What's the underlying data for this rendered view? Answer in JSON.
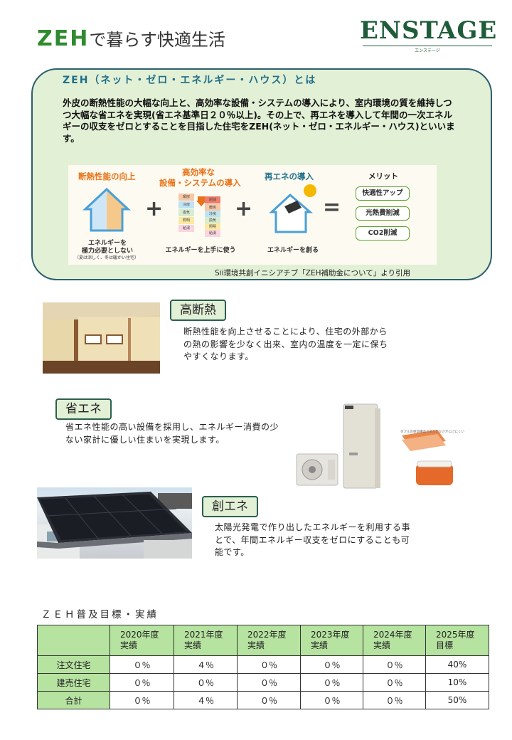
{
  "header": {
    "title_zeh": "ZEH",
    "title_rest": "で暮らす快適生活",
    "logo_text": "ENSTAGE",
    "logo_sub": "エンステージ"
  },
  "info": {
    "heading": "ZEH（ネット・ゼロ・エネルギー・ハウス）とは",
    "body": "外皮の断熱性能の大幅な向上と、高効率な設備・システムの導入により、室内環境の質を維持しつつ大幅な省エネを実現(省エネ基準日２０％以上)。その上で、再エネを導入して年間の一次エネルギーの収支をゼロとすることを目指した住宅をZEH(ネット・ゼロ・エネルギー・ハウス)といいます。",
    "diagram": {
      "insulation_title": "断熱性能の向上",
      "insulation_caption_1": "エネルギーを",
      "insulation_caption_2": "極力必要としない",
      "insulation_note": "（夏は涼しく、冬は暖かい住宅）",
      "efficiency_title_1": "高効率な",
      "efficiency_title_2": "設備・システムの導入",
      "efficiency_caption": "エネルギーを上手に使う",
      "blocks_left": [
        "暖房",
        "冷房",
        "換気",
        "照明",
        "給湯"
      ],
      "blocks_right": [
        "削減",
        "暖房",
        "冷房",
        "換気",
        "照明",
        "給湯"
      ],
      "renewable_title": "再エネの導入",
      "renewable_caption": "エネルギーを創る",
      "merit_title": "メリット",
      "merits": [
        "快適性アップ",
        "光熱費削減",
        "CO2削減"
      ]
    },
    "citation": "Sii環境共創イニシアチブ「ZEH補助金について」より引用"
  },
  "sections": {
    "insulation": {
      "label": "高断熱",
      "text": "断熱性能を向上させることにより、住宅の外部からの熱の影響を少なく出来、室内の温度を一定に保ちやすくなります。"
    },
    "saving": {
      "label": "省エネ",
      "text": "省エネ性能の高い設備を採用し、エネルギー消費の少ない家計に優しい住まいを実現します。"
    },
    "creation": {
      "label": "創エネ",
      "text": "太陽光発電で作り出したエネルギーを利用する事とで、年間エネルギー収支をゼロにすることも可能です。"
    },
    "equipment_caption": "ダブルの保温構造であたたかさがにげにくい"
  },
  "table": {
    "title": "ＺＥＨ普及目標・実績",
    "headers": [
      [
        "2020年度",
        "実績"
      ],
      [
        "2021年度",
        "実績"
      ],
      [
        "2022年度",
        "実績"
      ],
      [
        "2023年度",
        "実績"
      ],
      [
        "2024年度",
        "実績"
      ],
      [
        "2025年度",
        "目標"
      ]
    ],
    "rows": [
      {
        "label": "注文住宅",
        "values": [
          "０％",
          "４％",
          "０％",
          "０％",
          "０％",
          "40%"
        ]
      },
      {
        "label": "建売住宅",
        "values": [
          "０％",
          "０％",
          "０％",
          "０％",
          "０％",
          "10%"
        ]
      },
      {
        "label": "合計",
        "values": [
          "０％",
          "４％",
          "０％",
          "０％",
          "０％",
          "50%"
        ]
      }
    ]
  },
  "colors": {
    "accent_green": "#2f8a2f",
    "box_fill": "#e2f0d6",
    "box_border": "#2c5f6e",
    "table_header": "#b6e3a0",
    "logo_green": "#1f5c3a"
  }
}
